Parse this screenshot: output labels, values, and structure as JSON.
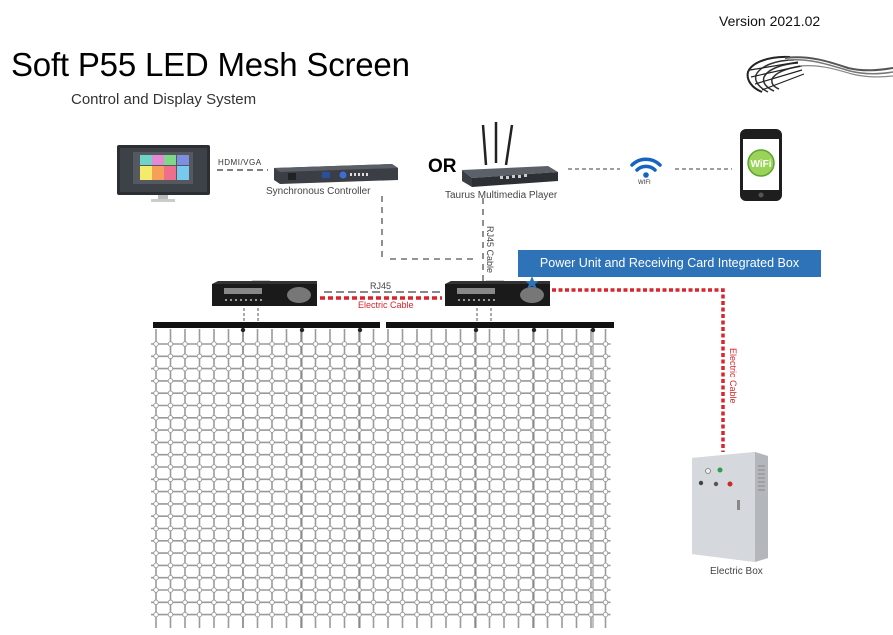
{
  "header": {
    "title": "Soft P55 LED Mesh Screen",
    "subtitle": "Control and Display System",
    "version": "Version 2021.02"
  },
  "devices": {
    "computer": {
      "icon": "computer-monitor-icon"
    },
    "synchronous_controller": {
      "label": "Synchronous Controller",
      "icon": "controller-rack-icon"
    },
    "or_label": "OR",
    "multimedia_player": {
      "label": "Taurus Multimedia Player",
      "icon": "router-player-icon"
    },
    "wifi": {
      "label": "WIFI",
      "icon": "wifi-icon"
    },
    "phone": {
      "icon": "smartphone-icon",
      "badge": "WiFi"
    },
    "receiving_box_left": {
      "icon": "receiving-box-icon"
    },
    "receiving_box_right": {
      "icon": "receiving-box-icon"
    },
    "electric_box": {
      "label": "Electric Box",
      "icon": "electric-box-icon"
    },
    "mesh_screen": {
      "icon": "led-mesh-icon",
      "columns": 32,
      "rows": 23
    },
    "mesh_logo": {
      "icon": "mesh-logo-icon"
    }
  },
  "connections": {
    "hdmi_vga": "HDMI/VGA",
    "rj45_cable": "RJ45 Cable",
    "rj45": "RJ45",
    "electric_cable_horizontal": "Electric Cable",
    "electric_cable_vertical": "Electric Cable"
  },
  "callout": {
    "label": "Power Unit and Receiving Card Integrated Box",
    "color": "#2e72b8",
    "marker_icon": "star-icon"
  },
  "colors": {
    "electric_cable": "#d9252b",
    "data_cable": "#555555",
    "mesh": "#9a9a9a"
  }
}
